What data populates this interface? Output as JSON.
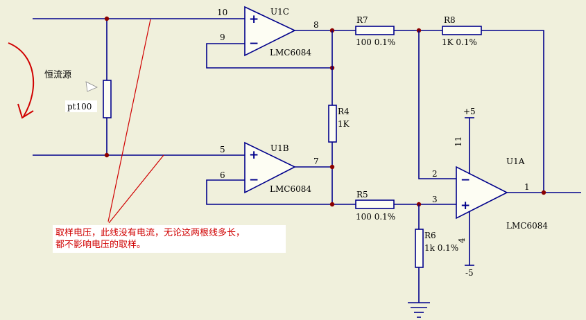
{
  "colors": {
    "background": "#f0f0dc",
    "wire": "#00008b",
    "junction": "#8b0000",
    "annotation": "#d00000"
  },
  "labels": {
    "constant_current": "恒流源",
    "pt100": "pt100",
    "u1c": "U1C",
    "u1b": "U1B",
    "u1a": "U1A",
    "lmc_u1c": "LMC6084",
    "lmc_u1b": "LMC6084",
    "lmc_u1a": "LMC6084",
    "r4_name": "R4",
    "r4_value": "1K",
    "r5_name": "R5",
    "r5_value": "100 0.1%",
    "r6_name": "R6",
    "r6_value": "1k 0.1%",
    "r7_name": "R7",
    "r7_value": "100 0.1%",
    "r8_name": "R8",
    "r8_value": "1K 0.1%",
    "supply_pos": "+5",
    "supply_neg": "-5"
  },
  "pins": {
    "p10": "10",
    "p9": "9",
    "p8": "8",
    "p5": "5",
    "p6": "6",
    "p7": "7",
    "p2": "2",
    "p3": "3",
    "p1": "1",
    "p11": "11",
    "p4": "4"
  },
  "opamp_signs": {
    "plus": "+",
    "minus": "−"
  },
  "note": {
    "line1": "取样电压，此线没有电流，无论这两根线多长，",
    "line2": "都不影响电压的取样。"
  }
}
